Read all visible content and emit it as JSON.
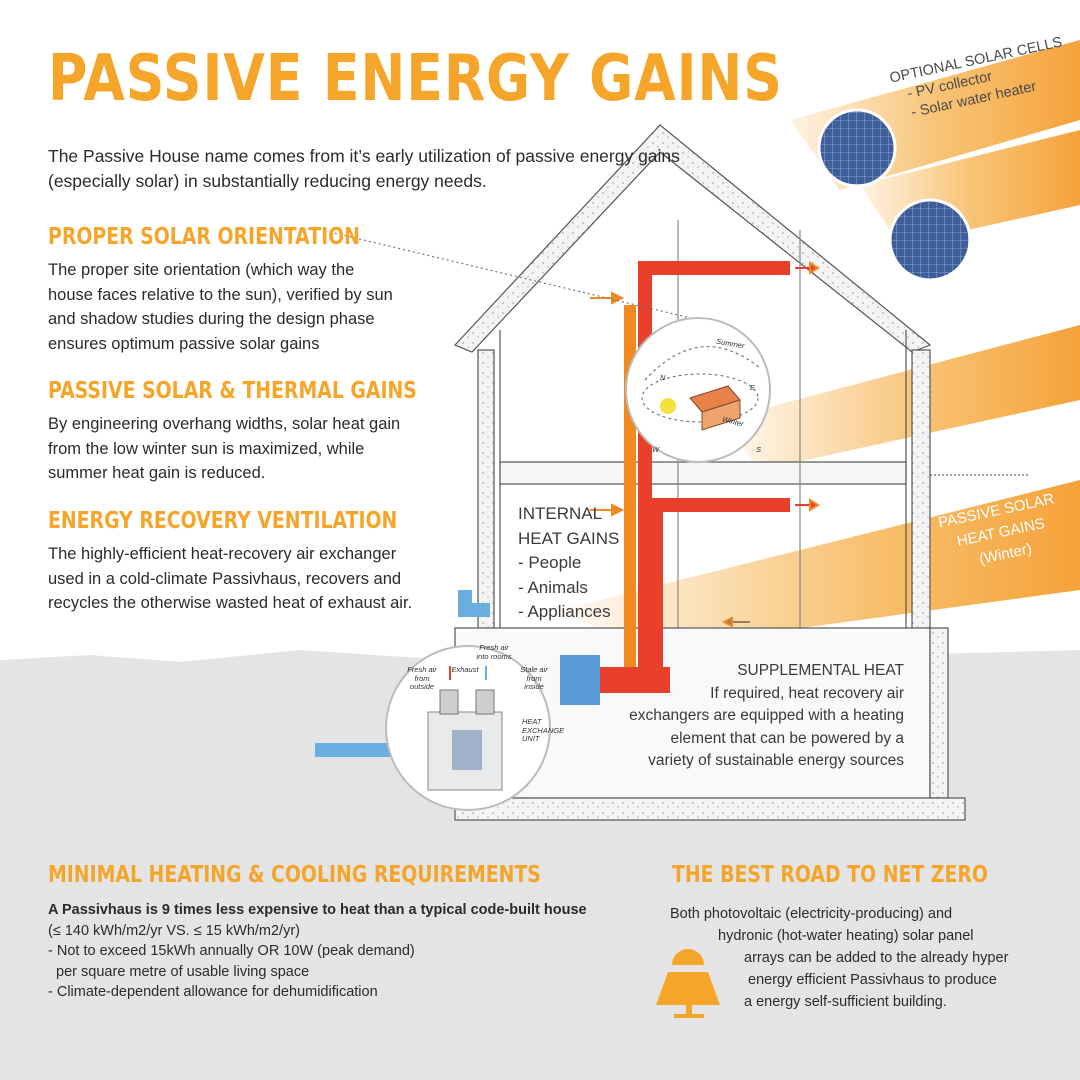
{
  "page": {
    "title": "PASSIVE ENERGY GAINS",
    "intro": "The Passive House name comes from it’s early utilization of passive energy gains (especially solar) in substantially reducing energy needs."
  },
  "sections": [
    {
      "heading": "PROPER SOLAR ORIENTATION",
      "lines": [
        "The proper site orientation (which way the",
        "house faces relative to the sun), verified by sun",
        "and shadow studies during the design phase",
        "ensures optimum passive solar gains"
      ]
    },
    {
      "heading": "PASSIVE SOLAR & THERMAL GAINS",
      "lines": [
        "By engineering overhang widths, solar heat gain",
        "from the low winter sun is maximized, while",
        "summer heat gain is reduced."
      ]
    },
    {
      "heading": "ENERGY RECOVERY VENTILATION",
      "lines": [
        "The highly-efficient heat-recovery air exchanger",
        "used in a cold-climate Passivhaus, recovers and",
        "recycles the otherwise wasted heat of exhaust air."
      ]
    }
  ],
  "diagram": {
    "solar_cells": {
      "heading": "OPTIONAL SOLAR CELLS",
      "items": [
        "- PV collector",
        "- Solar water heater"
      ]
    },
    "internal_gains": {
      "heading_lines": [
        "INTERNAL",
        "HEAT GAINS"
      ],
      "items": [
        "- People",
        "- Animals",
        "- Appliances"
      ]
    },
    "winter_gain": {
      "lines": [
        "PASSIVE SOLAR",
        "HEAT GAINS",
        "(Winter)"
      ]
    },
    "orbit": {
      "summer": "Summer",
      "winter": "Winter",
      "n": "N",
      "s": "S",
      "e": "E",
      "w": "W"
    },
    "hrv_labels": {
      "fresh_outside": "Fresh air from outside",
      "exhaust": "Exhaust",
      "fresh_rooms": "Fresh air into rooms",
      "stale": "Stale air from inside",
      "unit": "HEAT EXCHANGE UNIT"
    },
    "supplemental": {
      "heading": "SUPPLEMENTAL HEAT",
      "lines": [
        "If required, heat recovery air",
        "exchangers are equipped with a heating",
        "element that can be powered by a",
        "variety of sustainable energy sources"
      ]
    }
  },
  "minimal": {
    "heading": "MINIMAL HEATING & COOLING REQUIREMENTS",
    "bold_line": "A Passivhaus is 9 times less expensive to heat than a typical code-built house",
    "lines": [
      "(≤ 140 kWh/m2/yr VS. ≤ 15 kWh/m2/yr)",
      "- Not to exceed 15kWh annually OR 10W (peak demand)",
      "  per square metre of usable living space",
      "- Climate-dependent allowance for dehumidification"
    ]
  },
  "net_zero": {
    "heading": "THE BEST ROAD TO NET ZERO",
    "lines": [
      "Both photovoltaic (electricity-producing) and",
      "hydronic (hot-water heating) solar panel",
      "arrays can be added to the already hyper",
      "energy efficient Passivhaus to produce",
      "a energy self-sufficient building."
    ]
  },
  "colors": {
    "accent": "#f5a62a",
    "ray": "#f6b04a",
    "duct_red": "#e8402a",
    "duct_orange": "#f08a20",
    "duct_blue": "#6aaee0",
    "ground": "#e3e3e3"
  },
  "icons": [
    "solar-panel-sun-icon",
    "sun-icon"
  ]
}
